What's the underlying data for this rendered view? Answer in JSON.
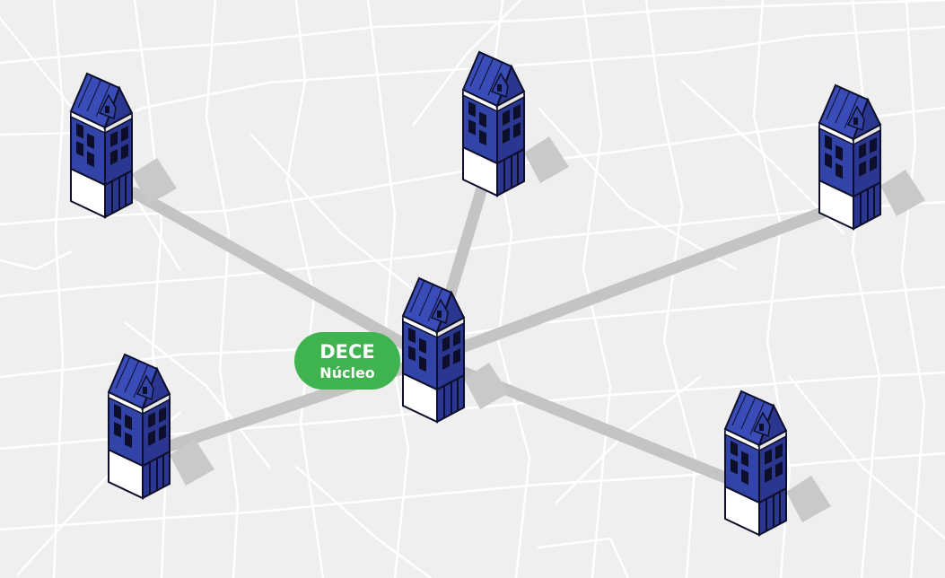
{
  "badge": {
    "line1": "DECE",
    "line2": "Núcleo",
    "color": "#3fb34f"
  },
  "colors": {
    "background": "#efefef",
    "streets": "#ffffff",
    "connector": "#c4c4c4",
    "building_front": "#3344a8",
    "building_side": "#2a3690",
    "roof": "#3a4cb8",
    "outline": "#0d0f2a",
    "shadow": "#c9c9c9",
    "base": "#ffffff"
  },
  "hub": {
    "name": "central-building"
  },
  "buildings": [
    {
      "name": "building-top-left"
    },
    {
      "name": "building-top-center"
    },
    {
      "name": "building-top-right"
    },
    {
      "name": "building-bottom-left"
    },
    {
      "name": "building-bottom-right"
    }
  ]
}
